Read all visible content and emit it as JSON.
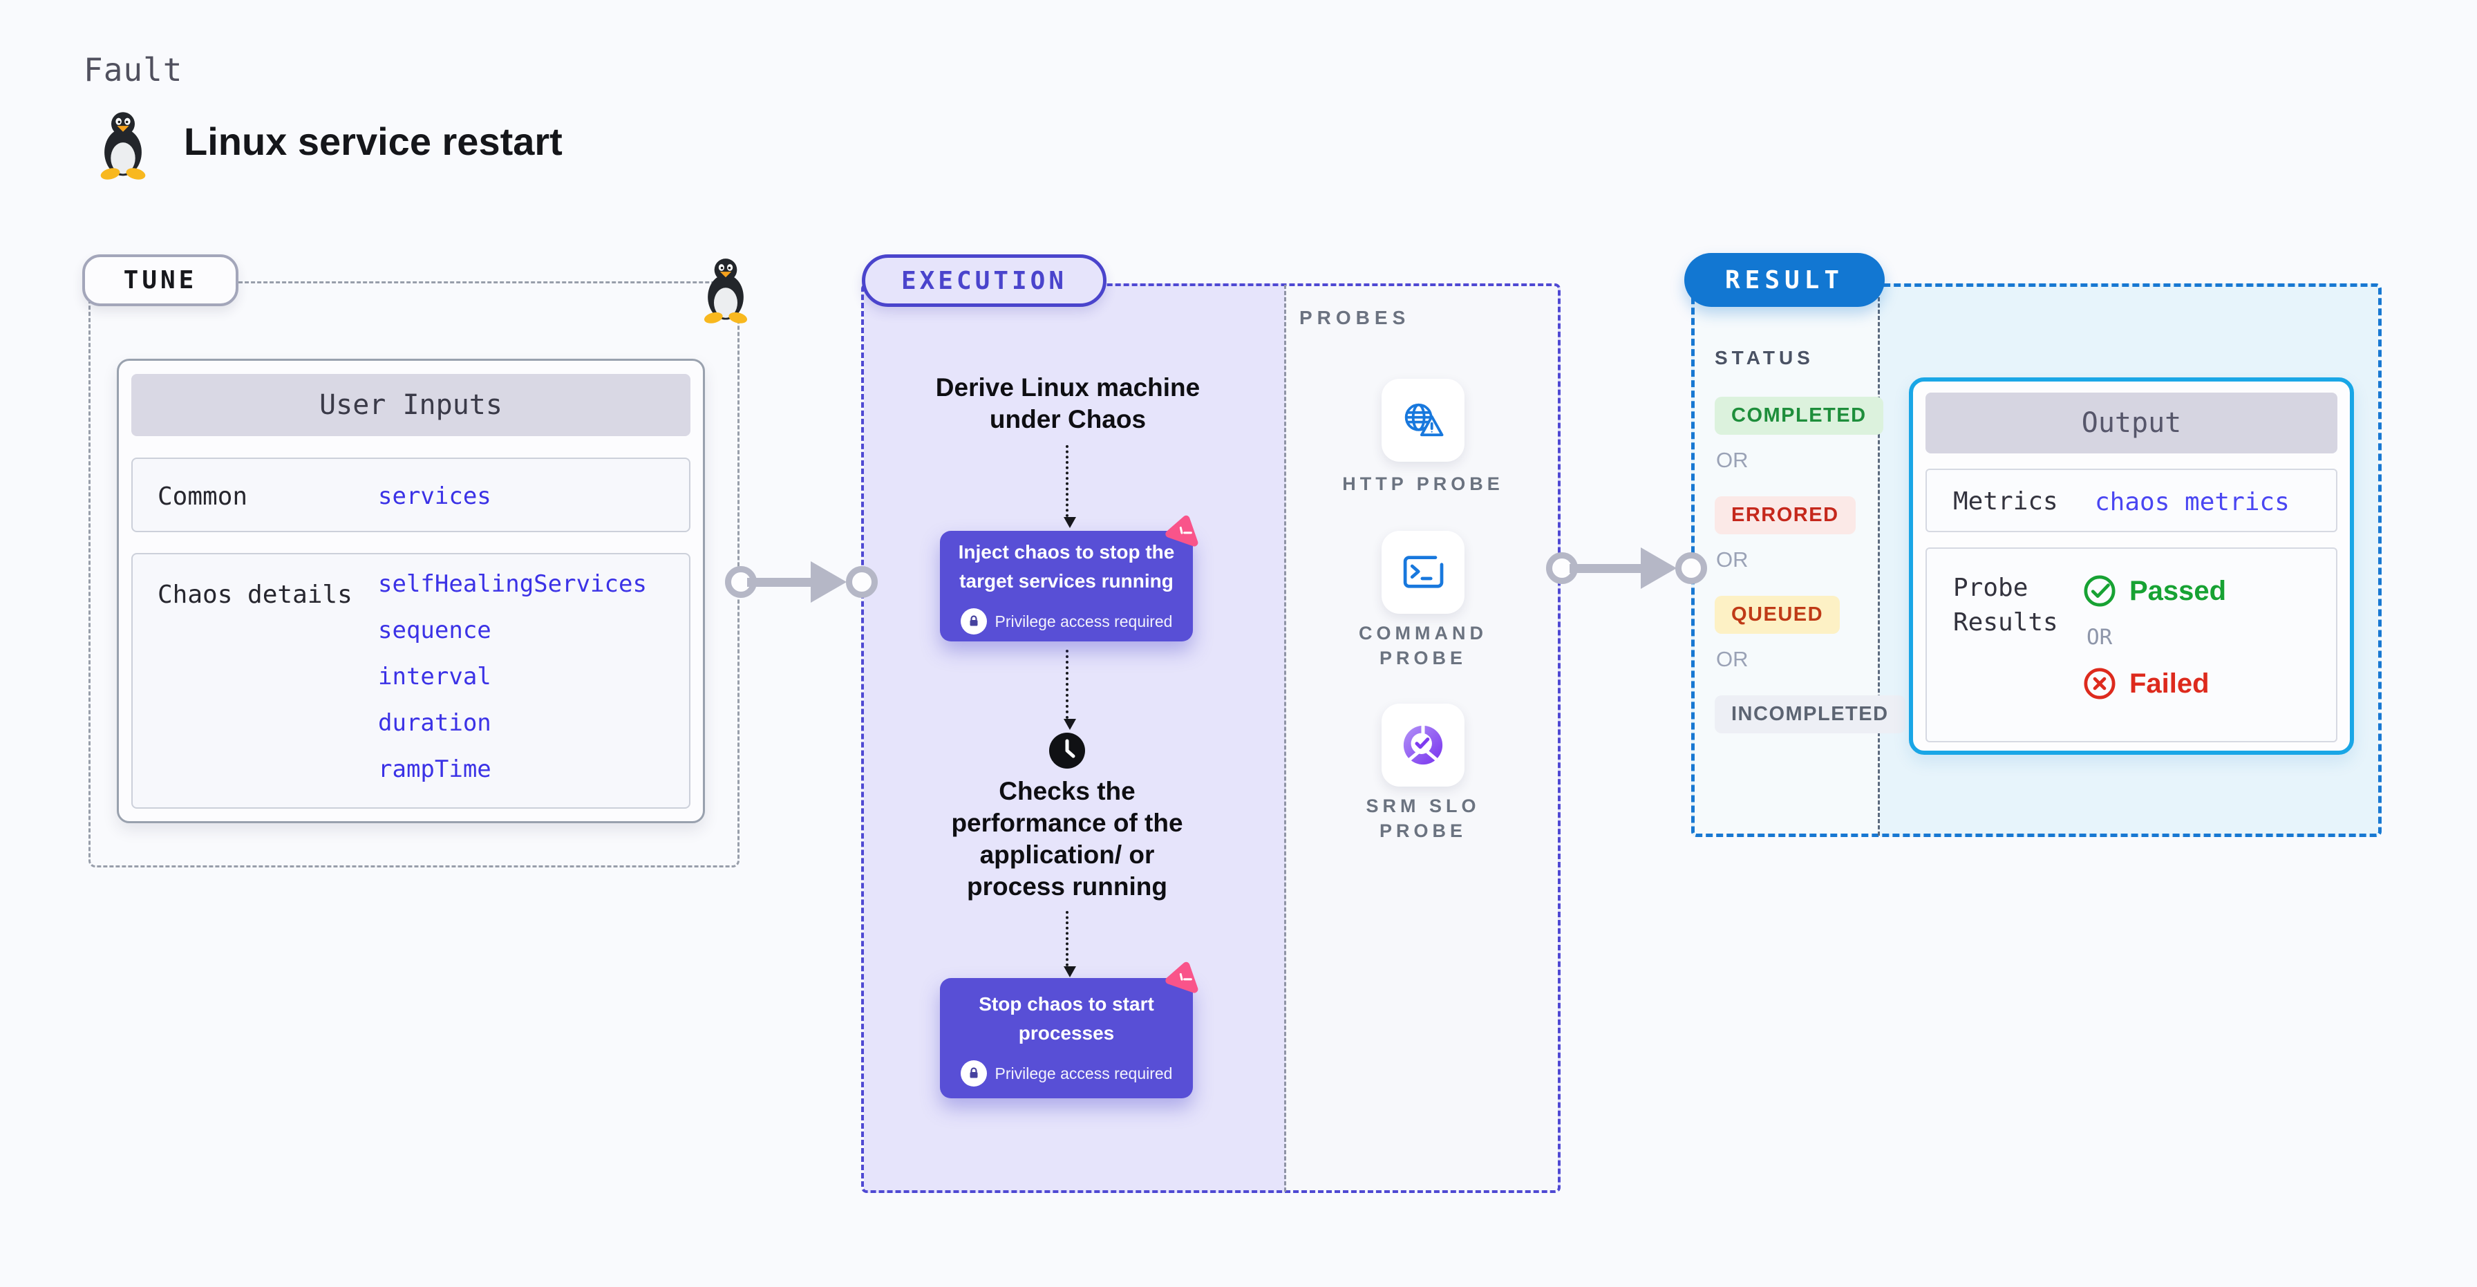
{
  "header": {
    "kicker": "Fault",
    "title": "Linux service restart"
  },
  "tune": {
    "label": "TUNE",
    "card": {
      "header": "User Inputs",
      "rows": [
        {
          "label": "Common",
          "values": [
            "services"
          ]
        },
        {
          "label": "Chaos details",
          "values": [
            "selfHealingServices",
            "sequence",
            "interval",
            "duration",
            "rampTime"
          ]
        }
      ]
    }
  },
  "execution": {
    "label": "EXECUTION",
    "derive_text": "Derive Linux machine under Chaos",
    "inject_box": {
      "title": "Inject chaos to stop the target services running",
      "badge": "Privilege access required"
    },
    "checks_text": "Checks the performance of the application/ or process running",
    "stop_box": {
      "title": "Stop chaos to start processes",
      "badge": "Privilege access required"
    }
  },
  "probes": {
    "label": "PROBES",
    "items": [
      {
        "name": "HTTP PROBE",
        "icon": "globe-alert-icon"
      },
      {
        "name": "COMMAND PROBE",
        "icon": "terminal-icon"
      },
      {
        "name": "SRM SLO PROBE",
        "icon": "slo-donut-check-icon"
      }
    ]
  },
  "result": {
    "label": "RESULT",
    "status_heading": "STATUS",
    "or": "OR",
    "statuses": [
      {
        "text": "COMPLETED",
        "type": "success"
      },
      {
        "text": "ERRORED",
        "type": "error"
      },
      {
        "text": "QUEUED",
        "type": "warning"
      },
      {
        "text": "INCOMPLETED",
        "type": "neutral"
      }
    ],
    "output": {
      "header": "Output",
      "metrics_label": "Metrics",
      "metrics_value": "chaos metrics",
      "probe_results_label": "Probe Results",
      "passed": "Passed",
      "or": "OR",
      "failed": "Failed"
    }
  },
  "colors": {
    "page_bg": "#f9fafd",
    "indigo_border": "#4f49d3",
    "execution_fill": "#e6e4fb",
    "chaos_box": "#584fd6",
    "pink_accent": "#f9548a",
    "result_blue": "#1277d2",
    "result_fill": "#e7f4fb",
    "output_border": "#19a6e6",
    "code_blue": "#3b32e6",
    "success_green": "#1e8e3b",
    "error_red": "#c5281c",
    "probe_icon_blue": "#1878dd",
    "slo_purple": "#7e3bf0",
    "arrow_gray": "#b5b7c6"
  }
}
